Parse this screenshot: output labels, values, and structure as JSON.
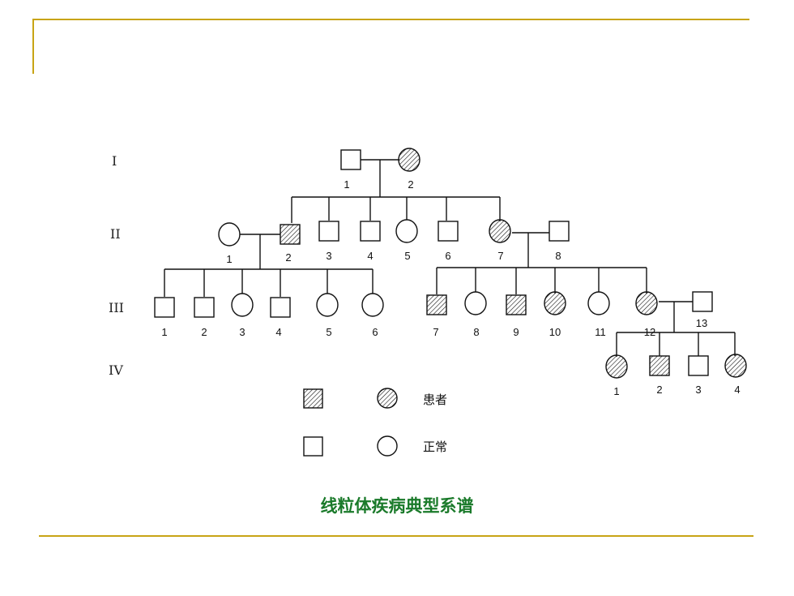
{
  "generations": [
    "I",
    "II",
    "III",
    "IV"
  ],
  "individuals": {
    "I": [
      {
        "id": "1",
        "sex": "male",
        "affected": false
      },
      {
        "id": "2",
        "sex": "female",
        "affected": true
      }
    ],
    "II": [
      {
        "id": "1",
        "sex": "female",
        "affected": false
      },
      {
        "id": "2",
        "sex": "male",
        "affected": true
      },
      {
        "id": "3",
        "sex": "male",
        "affected": false
      },
      {
        "id": "4",
        "sex": "male",
        "affected": false
      },
      {
        "id": "5",
        "sex": "female",
        "affected": false
      },
      {
        "id": "6",
        "sex": "male",
        "affected": false
      },
      {
        "id": "7",
        "sex": "female",
        "affected": true
      },
      {
        "id": "8",
        "sex": "male",
        "affected": false
      }
    ],
    "III": [
      {
        "id": "1",
        "sex": "male",
        "affected": false
      },
      {
        "id": "2",
        "sex": "male",
        "affected": false
      },
      {
        "id": "3",
        "sex": "female",
        "affected": false
      },
      {
        "id": "4",
        "sex": "male",
        "affected": false
      },
      {
        "id": "5",
        "sex": "female",
        "affected": false
      },
      {
        "id": "6",
        "sex": "female",
        "affected": false
      },
      {
        "id": "7",
        "sex": "male",
        "affected": true
      },
      {
        "id": "8",
        "sex": "female",
        "affected": false
      },
      {
        "id": "9",
        "sex": "male",
        "affected": true
      },
      {
        "id": "10",
        "sex": "female",
        "affected": true
      },
      {
        "id": "11",
        "sex": "female",
        "affected": false
      },
      {
        "id": "12",
        "sex": "female",
        "affected": true
      },
      {
        "id": "13",
        "sex": "male",
        "affected": false
      }
    ],
    "IV": [
      {
        "id": "1",
        "sex": "female",
        "affected": true
      },
      {
        "id": "2",
        "sex": "male",
        "affected": true
      },
      {
        "id": "3",
        "sex": "male",
        "affected": false
      },
      {
        "id": "4",
        "sex": "female",
        "affected": true
      }
    ]
  },
  "legend": {
    "affected": "患者",
    "normal": "正常"
  },
  "caption": "线粒体疾病典型系谱",
  "colors": {
    "frame": "#c8a415",
    "caption": "#1a7a2a",
    "stroke": "#111111"
  }
}
